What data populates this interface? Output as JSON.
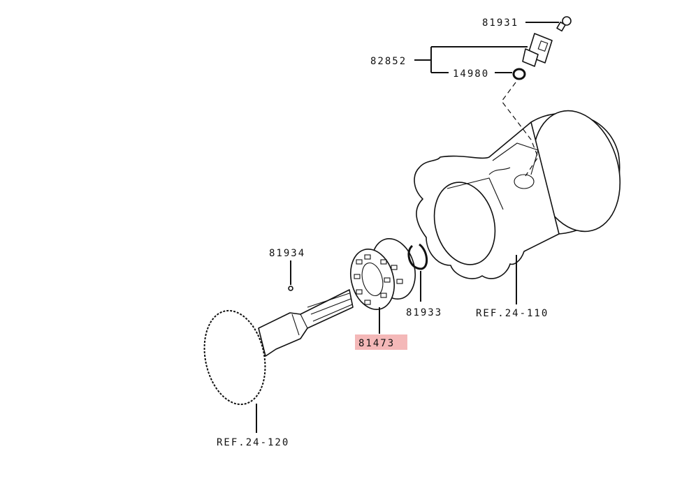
{
  "diagram": {
    "callouts": {
      "bolt": "81931",
      "sensor_assembly": "82852",
      "o_ring": "14980",
      "pin": "81934",
      "bearing": "81473",
      "snap_ring": "81933",
      "housing_ref": "REF.24-110",
      "shaft_ref": "REF.24-120"
    },
    "highlight_color": "#f4b8b8",
    "highlighted_part": "81473"
  }
}
